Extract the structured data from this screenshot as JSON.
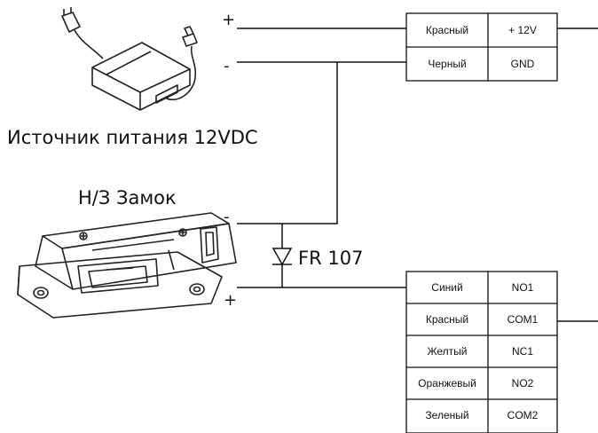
{
  "power_supply": {
    "label": "Источник питания 12VDC",
    "plus": "+",
    "minus": "-"
  },
  "lock": {
    "label": "Н/З Замок",
    "minus": "-",
    "plus": "+"
  },
  "diode": {
    "label": "FR 107"
  },
  "power_table": {
    "rows": [
      {
        "color": "Красный",
        "pin": "+ 12V"
      },
      {
        "color": "Черный",
        "pin": "GND"
      }
    ]
  },
  "relay_table": {
    "rows": [
      {
        "color": "Синий",
        "pin": "NO1"
      },
      {
        "color": "Красный",
        "pin": "COM1"
      },
      {
        "color": "Желтый",
        "pin": "NC1"
      },
      {
        "color": "Оранжевый",
        "pin": "NO2"
      },
      {
        "color": "Зеленый",
        "pin": "COM2"
      }
    ]
  }
}
